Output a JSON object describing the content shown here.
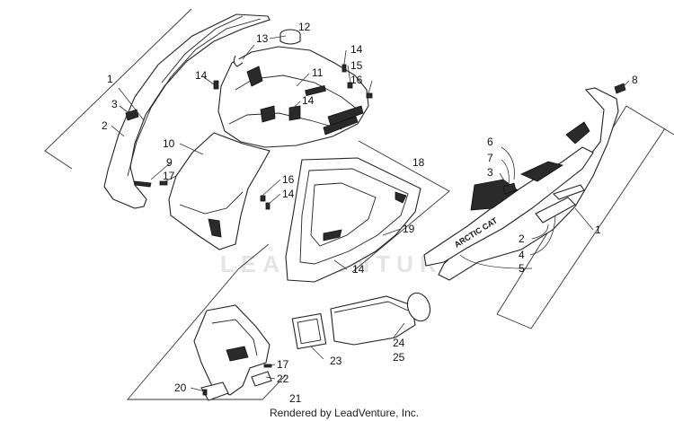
{
  "watermark": "LEADVENTURE",
  "footer": "Rendered by LeadVenture, Inc.",
  "logo_text": "ARCTIC CAT",
  "callouts": {
    "c12": "12",
    "c13": "13",
    "c14a": "14",
    "c15": "15",
    "c16a": "16",
    "c11": "11",
    "c14b": "14",
    "c14c": "14",
    "c1a": "1",
    "c3a": "3",
    "c2a": "2",
    "c10": "10",
    "c9": "9",
    "c17a": "17",
    "c16b": "16",
    "c14d": "14",
    "c18": "18",
    "c19": "19",
    "c14e": "14",
    "c8": "8",
    "c6": "6",
    "c7": "7",
    "c3b": "3",
    "c1b": "1",
    "c2b": "2",
    "c4": "4",
    "c5": "5",
    "c24": "24",
    "c25": "25",
    "c23": "23",
    "c17b": "17",
    "c22": "22",
    "c20": "20",
    "c21": "21"
  },
  "colors": {
    "line": "#222222",
    "watermark": "#e4e4e4",
    "fill_dark": "#2a2a2a"
  }
}
